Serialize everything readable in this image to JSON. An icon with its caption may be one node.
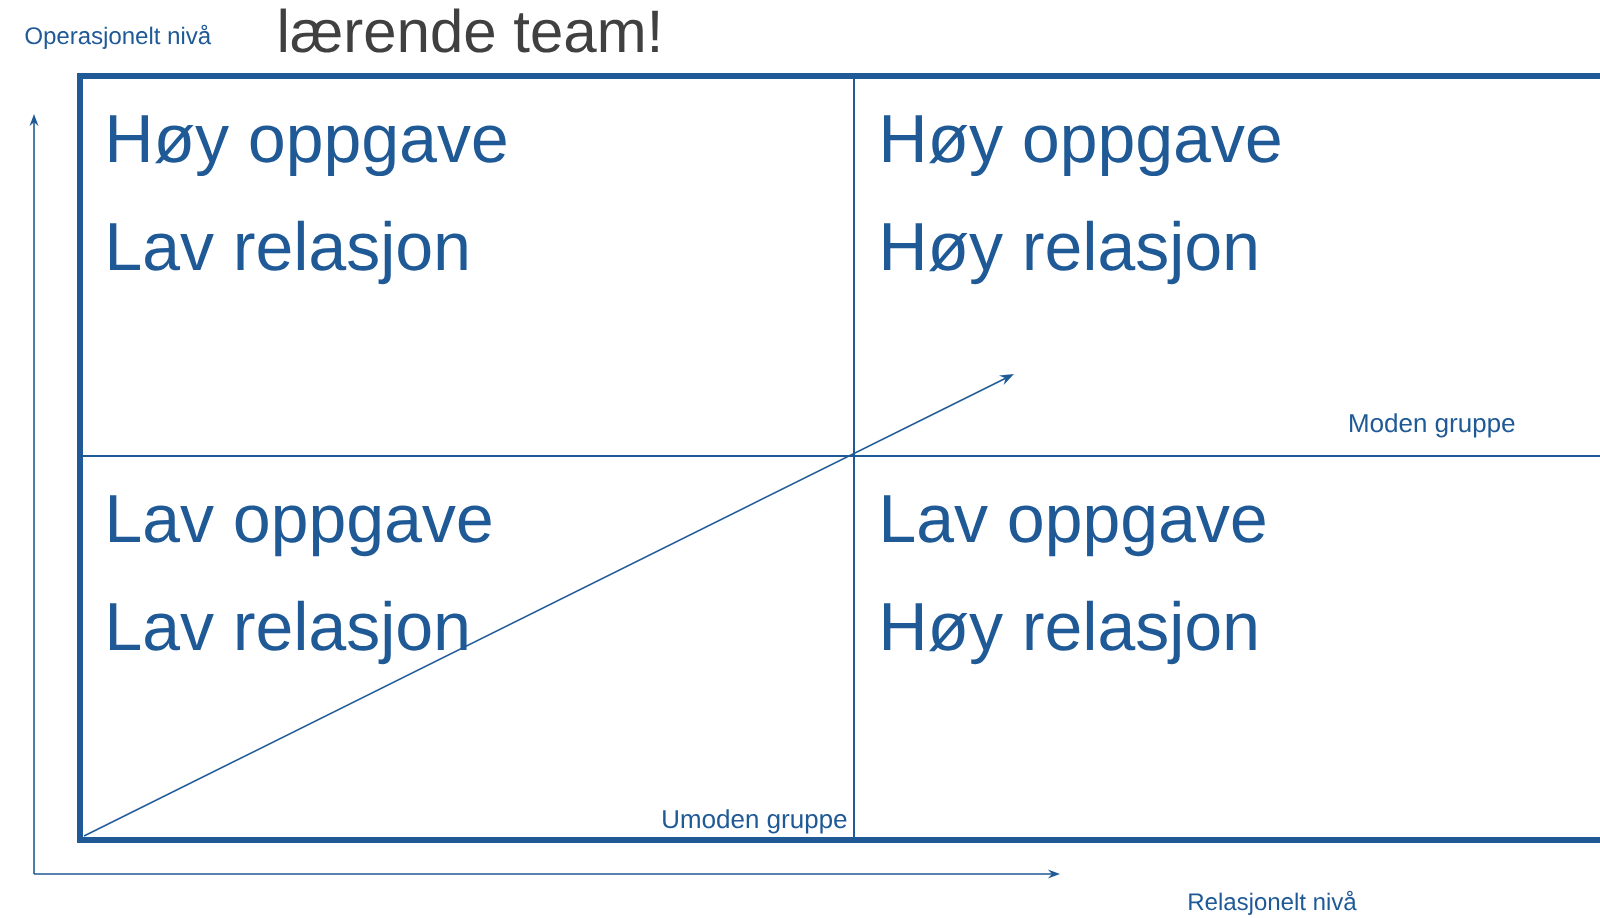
{
  "diagram": {
    "title": "lærende team!",
    "nodes": [
      {
        "text": [
          "Høy oppgave",
          "Lav relasjon"
        ]
      },
      {
        "text": [
          "Høy oppgave",
          "Høy relasjon",
          "Moden gruppe"
        ]
      },
      {
        "text": [
          "Lav oppgave",
          "Lav relasjon",
          "Umoden gruppe"
        ]
      },
      {
        "text": [
          "Lav oppgave",
          "Høy relasjon"
        ]
      }
    ],
    "labels": [
      "Operasjonelt nivå",
      "Relasjonelt nivå"
    ]
  }
}
